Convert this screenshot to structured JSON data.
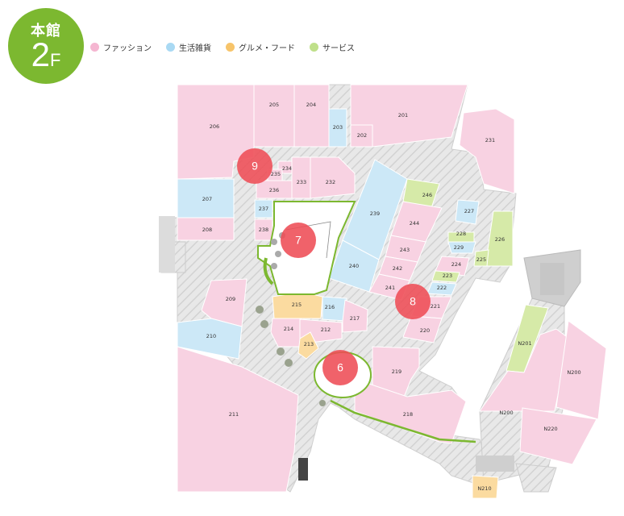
{
  "floor": {
    "building": "本館",
    "level": "2",
    "suffix": "F",
    "color": "#7cb830"
  },
  "legend": [
    {
      "label": "ファッション",
      "color": "#f5b6d1"
    },
    {
      "label": "生活雑貨",
      "color": "#a9d9f3"
    },
    {
      "label": "グルメ・フード",
      "color": "#f7c46a"
    },
    {
      "label": "サービス",
      "color": "#bfe08a"
    }
  ],
  "colors": {
    "fashion": "#f8d2e2",
    "living": "#cce8f7",
    "food": "#fbdba0",
    "service": "#d6eaa8",
    "corridor": "#e6e6e6",
    "marker": "#ee4c55",
    "route": "#7cb830"
  },
  "shops": [
    {
      "id": "206",
      "cat": "fashion"
    },
    {
      "id": "205",
      "cat": "fashion"
    },
    {
      "id": "204",
      "cat": "fashion"
    },
    {
      "id": "203",
      "cat": "living"
    },
    {
      "id": "202",
      "cat": "fashion"
    },
    {
      "id": "201",
      "cat": "fashion"
    },
    {
      "id": "231",
      "cat": "fashion"
    },
    {
      "id": "234",
      "cat": "fashion"
    },
    {
      "id": "235",
      "cat": "fashion"
    },
    {
      "id": "236",
      "cat": "fashion"
    },
    {
      "id": "233",
      "cat": "fashion"
    },
    {
      "id": "232",
      "cat": "fashion"
    },
    {
      "id": "207",
      "cat": "living"
    },
    {
      "id": "237",
      "cat": "living"
    },
    {
      "id": "208",
      "cat": "fashion"
    },
    {
      "id": "238",
      "cat": "fashion"
    },
    {
      "id": "239",
      "cat": "living"
    },
    {
      "id": "246",
      "cat": "service"
    },
    {
      "id": "244",
      "cat": "fashion"
    },
    {
      "id": "243",
      "cat": "fashion"
    },
    {
      "id": "242",
      "cat": "fashion"
    },
    {
      "id": "241",
      "cat": "fashion"
    },
    {
      "id": "240",
      "cat": "living"
    },
    {
      "id": "227",
      "cat": "living"
    },
    {
      "id": "228",
      "cat": "service"
    },
    {
      "id": "229",
      "cat": "living"
    },
    {
      "id": "226",
      "cat": "service"
    },
    {
      "id": "225",
      "cat": "service"
    },
    {
      "id": "224",
      "cat": "fashion"
    },
    {
      "id": "223",
      "cat": "service"
    },
    {
      "id": "222",
      "cat": "living"
    },
    {
      "id": "221",
      "cat": "fashion"
    },
    {
      "id": "220",
      "cat": "fashion"
    },
    {
      "id": "209",
      "cat": "fashion"
    },
    {
      "id": "210",
      "cat": "living"
    },
    {
      "id": "215",
      "cat": "food"
    },
    {
      "id": "216",
      "cat": "living"
    },
    {
      "id": "217",
      "cat": "fashion"
    },
    {
      "id": "214",
      "cat": "fashion"
    },
    {
      "id": "212",
      "cat": "fashion"
    },
    {
      "id": "213",
      "cat": "food"
    },
    {
      "id": "211",
      "cat": "fashion"
    },
    {
      "id": "219",
      "cat": "fashion"
    },
    {
      "id": "218",
      "cat": "fashion"
    },
    {
      "id": "N201",
      "cat": "service"
    },
    {
      "id": "N200",
      "cat": "fashion"
    },
    {
      "id": "N200b",
      "label": "N200",
      "cat": "fashion"
    },
    {
      "id": "N220",
      "cat": "fashion"
    },
    {
      "id": "N210",
      "cat": "food"
    }
  ],
  "markers": [
    {
      "label": "9"
    },
    {
      "label": "7"
    },
    {
      "label": "8"
    },
    {
      "label": "6"
    }
  ]
}
